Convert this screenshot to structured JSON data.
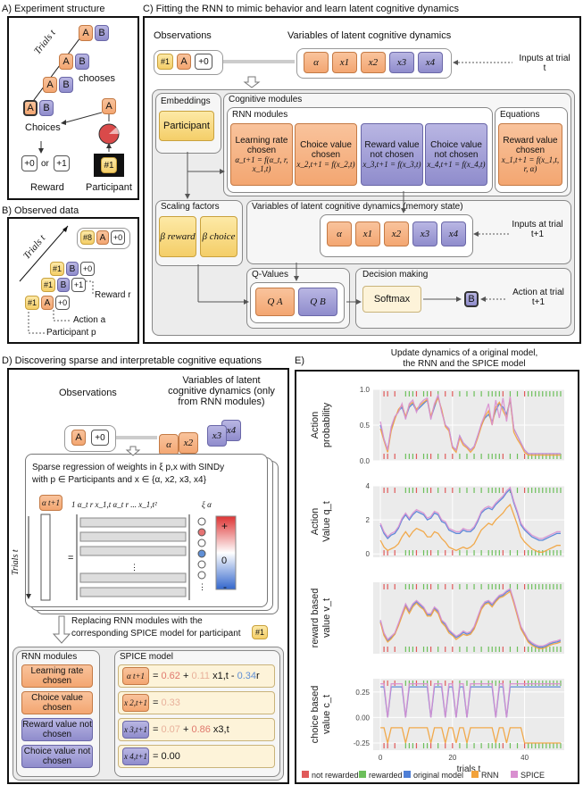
{
  "panelA": {
    "title": "A)   Experiment structure",
    "trials": "Trials t",
    "choices": "Choices",
    "chooses": "chooses",
    "reward": "Reward",
    "participant": "Participant",
    "r0": "+0",
    "or": "or",
    "r1": "+1",
    "tagA": "A",
    "tagB": "B",
    "id": "#1"
  },
  "panelB": {
    "title": "B)   Observed data",
    "trials": "Trials t",
    "reward_r": "Reward r",
    "action_a": "Action a",
    "participant_p": "Participant p",
    "id8": "#8",
    "id1": "#1",
    "A": "A",
    "B": "B",
    "p0": "+0",
    "p1": "+1"
  },
  "panelC": {
    "title": "C)        Fitting the RNN to mimic behavior and learn latent cognitive dynamics",
    "observations": "Observations",
    "variables_title": "Variables of latent cognitive dynamics",
    "inputs_t": "Inputs at trial t",
    "embeddings": "Embeddings",
    "participant": "Participant",
    "cognitive_modules": "Cognitive modules",
    "rnn_modules": "RNN modules",
    "equations": "Equations",
    "mod1": "Learning rate chosen",
    "mod1_eq": "α_t+1 = f(α_t, r, x_1,t)",
    "mod2": "Choice value chosen",
    "mod2_eq": "x_2,t+1 = f(x_2,t)",
    "mod3": "Reward value not chosen",
    "mod3_eq": "x_3,t+1 = f(x_3,t)",
    "mod4": "Choice value not chosen",
    "mod4_eq": "x_4,t+1 = f(x_4,t)",
    "eq1": "Reward value chosen",
    "eq1_eq": "x_1,t+1 = f(x_1,t, r, α)",
    "scaling": "Scaling factors",
    "beta_reward": "β reward",
    "beta_choice": "β choice",
    "memory": "Variables of latent cognitive dynamics (memory state)",
    "inputs_t1": "Inputs at trial t+1",
    "qvalues": "Q-Values",
    "qa": "Q A",
    "qb": "Q B",
    "decision": "Decision making",
    "softmax": "Softmax",
    "action_t1": "Action at trial t+1",
    "vars": [
      "α",
      "x1",
      "x2",
      "x3",
      "x4"
    ],
    "obs": [
      "#1",
      "A",
      "+0"
    ],
    "action_out": "B"
  },
  "panelD": {
    "title": "D)   Discovering sparse and interpretable cognitive equations",
    "observations": "Observations",
    "variables": "Variables of latent cognitive dynamics (only from RNN modules)",
    "sindy_line1": "Sparse regression of weights in ξ p,x with SINDy",
    "sindy_line2": "with p ∈ Participants and x ∈ {α, x2, x3, x4}",
    "library": "1   α_t   r   x_1,t   α_t r ...  x_1,t²",
    "xi": "ξ α",
    "lhs": "α t+1",
    "trials": "Trials t",
    "plus": "+",
    "zero": "0",
    "minus": "-",
    "eqsign": "=",
    "replacing1": "Replacing RNN modules with the",
    "replacing2": "corresponding SPICE model for participant",
    "pid": "#1",
    "rnn_modules": "RNN modules",
    "spice_model": "SPICE model",
    "modules": [
      "Learning rate chosen",
      "Choice value chosen",
      "Reward value not chosen",
      "Choice value not chosen"
    ],
    "spice_eqs": [
      {
        "lhs": "α t+1",
        "rhs_parts": [
          "= ",
          "0.62",
          " + ",
          "0.11",
          " x1,t",
          " - ",
          "0.34",
          "r"
        ]
      },
      {
        "lhs": "x 2,t+1",
        "rhs_parts": [
          "= ",
          "0.33"
        ]
      },
      {
        "lhs": "x 3,t+1",
        "rhs_parts": [
          "= ",
          "0.07",
          " + ",
          "0.86",
          " x3,t"
        ]
      },
      {
        "lhs": "x 4,t+1",
        "rhs_parts": [
          "= ",
          "0.00"
        ]
      }
    ]
  },
  "panelE": {
    "title": "E)",
    "heading1": "Update dynamics of a original model,",
    "heading2": "the RNN and the SPICE model",
    "ylabels": [
      "Action probability",
      "Action Value q_t",
      "reward based value v_t",
      "choice based value c_t"
    ],
    "xlabel": "trials t",
    "xticks": [
      "0",
      "20",
      "40"
    ],
    "legend": [
      "not rewarded",
      "rewarded",
      "original model",
      "RNN",
      "SPICE"
    ]
  },
  "chart_data": [
    {
      "type": "line",
      "title": "",
      "xlabel": "",
      "ylabel": "Action probability",
      "xlim": [
        -2,
        51
      ],
      "ylim": [
        0,
        1
      ],
      "yticks": [
        "0.0",
        "0.5",
        "1.0"
      ],
      "x": [
        0,
        1,
        2,
        3,
        4,
        5,
        6,
        7,
        8,
        9,
        10,
        11,
        12,
        13,
        14,
        15,
        16,
        17,
        18,
        19,
        20,
        21,
        22,
        23,
        24,
        25,
        26,
        27,
        28,
        29,
        30,
        31,
        32,
        33,
        34,
        35,
        36,
        37,
        38,
        39,
        40,
        41,
        42,
        43,
        44,
        45,
        46,
        47,
        48,
        49,
        50
      ],
      "series": [
        {
          "name": "original model",
          "values": [
            0.5,
            0.3,
            0.15,
            0.45,
            0.6,
            0.7,
            0.75,
            0.6,
            0.75,
            0.8,
            0.7,
            0.75,
            0.8,
            0.85,
            0.6,
            0.75,
            0.9,
            0.7,
            0.5,
            0.45,
            0.2,
            0.15,
            0.35,
            0.25,
            0.2,
            0.15,
            0.2,
            0.35,
            0.5,
            0.6,
            0.65,
            0.55,
            0.7,
            0.8,
            0.75,
            0.65,
            0.85,
            0.45,
            0.35,
            0.25,
            0.15,
            0.1,
            0.1,
            0.1,
            0.1,
            0.1,
            0.1,
            0.1,
            0.1,
            0.1,
            0.1
          ]
        },
        {
          "name": "RNN",
          "values": [
            0.45,
            0.28,
            0.12,
            0.42,
            0.58,
            0.72,
            0.78,
            0.62,
            0.78,
            0.82,
            0.72,
            0.78,
            0.82,
            0.86,
            0.62,
            0.78,
            0.88,
            0.72,
            0.48,
            0.42,
            0.18,
            0.12,
            0.32,
            0.22,
            0.18,
            0.12,
            0.18,
            0.32,
            0.48,
            0.62,
            0.7,
            0.5,
            0.75,
            0.82,
            0.7,
            0.6,
            0.88,
            0.4,
            0.3,
            0.22,
            0.12,
            0.08,
            0.08,
            0.08,
            0.08,
            0.08,
            0.08,
            0.08,
            0.08,
            0.08,
            0.08
          ]
        },
        {
          "name": "SPICE",
          "values": [
            0.55,
            0.3,
            0.15,
            0.48,
            0.62,
            0.68,
            0.8,
            0.58,
            0.8,
            0.85,
            0.68,
            0.8,
            0.85,
            0.88,
            0.58,
            0.8,
            0.92,
            0.68,
            0.5,
            0.45,
            0.2,
            0.15,
            0.35,
            0.25,
            0.2,
            0.15,
            0.2,
            0.35,
            0.52,
            0.65,
            0.8,
            0.5,
            0.85,
            0.6,
            0.88,
            0.55,
            0.9,
            0.45,
            0.35,
            0.25,
            0.15,
            0.1,
            0.1,
            0.1,
            0.1,
            0.1,
            0.1,
            0.1,
            0.1,
            0.1,
            0.1
          ]
        }
      ]
    },
    {
      "type": "line",
      "title": "",
      "xlabel": "",
      "ylabel": "Action Value q_t",
      "xlim": [
        -2,
        51
      ],
      "ylim": [
        -0.2,
        4
      ],
      "yticks": [
        "0",
        "2",
        "4"
      ],
      "x": [
        0,
        1,
        2,
        3,
        4,
        5,
        6,
        7,
        8,
        9,
        10,
        11,
        12,
        13,
        14,
        15,
        16,
        17,
        18,
        19,
        20,
        21,
        22,
        23,
        24,
        25,
        26,
        27,
        28,
        29,
        30,
        31,
        32,
        33,
        34,
        35,
        36,
        37,
        38,
        39,
        40,
        41,
        42,
        43,
        44,
        45,
        46,
        47,
        48,
        49,
        50
      ],
      "series": [
        {
          "name": "original model",
          "values": [
            1.7,
            1.2,
            0.9,
            1.1,
            1.2,
            1.5,
            2.0,
            2.3,
            2.0,
            2.3,
            2.5,
            2.4,
            2.3,
            2.0,
            2.1,
            2.4,
            2.3,
            1.9,
            1.8,
            1.4,
            1.3,
            1.2,
            1.2,
            1.4,
            1.3,
            1.3,
            1.5,
            1.9,
            2.4,
            2.6,
            2.7,
            2.6,
            2.9,
            3.1,
            3.3,
            3.6,
            3.8,
            3.0,
            2.4,
            1.7,
            1.4,
            1.2,
            1.0,
            0.9,
            0.8,
            0.8,
            0.9,
            1.0,
            1.1,
            1.2,
            1.2
          ]
        },
        {
          "name": "RNN",
          "values": [
            0.8,
            0.4,
            0.2,
            0.3,
            0.4,
            0.6,
            1.0,
            1.3,
            1.0,
            1.3,
            1.5,
            1.4,
            1.3,
            1.0,
            1.0,
            1.3,
            1.2,
            0.9,
            0.7,
            0.4,
            0.3,
            0.2,
            0.3,
            0.4,
            0.3,
            0.4,
            0.6,
            1.0,
            1.4,
            1.6,
            1.8,
            1.7,
            2.0,
            2.2,
            2.4,
            2.7,
            2.9,
            2.3,
            1.7,
            1.0,
            0.7,
            0.5,
            0.3,
            0.2,
            0.1,
            0.1,
            0.2,
            0.3,
            0.4,
            0.5,
            0.5
          ]
        },
        {
          "name": "SPICE",
          "values": [
            1.8,
            1.3,
            1.0,
            1.2,
            1.3,
            1.6,
            2.1,
            2.4,
            2.1,
            2.4,
            2.6,
            2.5,
            2.4,
            2.1,
            2.2,
            2.5,
            2.4,
            2.0,
            1.9,
            1.5,
            1.4,
            1.3,
            1.3,
            1.5,
            1.4,
            1.4,
            1.6,
            2.0,
            2.5,
            2.7,
            2.8,
            2.7,
            3.0,
            3.2,
            3.4,
            3.7,
            3.9,
            3.1,
            2.5,
            1.8,
            1.5,
            1.3,
            1.1,
            1.0,
            0.9,
            0.9,
            1.0,
            1.1,
            1.2,
            1.3,
            1.3
          ]
        }
      ]
    },
    {
      "type": "line",
      "title": "",
      "xlabel": "",
      "ylabel": "reward based value v_t",
      "xlim": [
        -2,
        51
      ],
      "ylim": [
        0,
        1.1
      ],
      "yticks": [],
      "x": [
        0,
        1,
        2,
        3,
        4,
        5,
        6,
        7,
        8,
        9,
        10,
        11,
        12,
        13,
        14,
        15,
        16,
        17,
        18,
        19,
        20,
        21,
        22,
        23,
        24,
        25,
        26,
        27,
        28,
        29,
        30,
        31,
        32,
        33,
        34,
        35,
        36,
        37,
        38,
        39,
        40,
        41,
        42,
        43,
        44,
        45,
        46,
        47,
        48,
        49,
        50
      ],
      "series": [
        {
          "name": "original model",
          "values": [
            0.5,
            0.3,
            0.2,
            0.25,
            0.3,
            0.45,
            0.6,
            0.75,
            0.65,
            0.75,
            0.8,
            0.75,
            0.7,
            0.6,
            0.6,
            0.7,
            0.65,
            0.5,
            0.45,
            0.35,
            0.3,
            0.25,
            0.28,
            0.33,
            0.3,
            0.32,
            0.4,
            0.55,
            0.7,
            0.78,
            0.8,
            0.75,
            0.82,
            0.88,
            0.9,
            0.95,
            0.98,
            0.8,
            0.6,
            0.4,
            0.3,
            0.2,
            0.15,
            0.12,
            0.1,
            0.1,
            0.12,
            0.15,
            0.17,
            0.18,
            0.2
          ]
        },
        {
          "name": "RNN",
          "values": [
            0.48,
            0.28,
            0.18,
            0.23,
            0.3,
            0.43,
            0.58,
            0.72,
            0.62,
            0.72,
            0.78,
            0.72,
            0.68,
            0.58,
            0.58,
            0.68,
            0.62,
            0.48,
            0.42,
            0.32,
            0.28,
            0.22,
            0.26,
            0.3,
            0.28,
            0.3,
            0.38,
            0.52,
            0.68,
            0.76,
            0.78,
            0.72,
            0.8,
            0.86,
            0.88,
            0.92,
            0.96,
            0.78,
            0.58,
            0.38,
            0.28,
            0.18,
            0.13,
            0.1,
            0.08,
            0.08,
            0.1,
            0.13,
            0.15,
            0.16,
            0.18
          ]
        },
        {
          "name": "SPICE",
          "values": [
            0.52,
            0.32,
            0.22,
            0.27,
            0.32,
            0.47,
            0.62,
            0.77,
            0.67,
            0.77,
            0.82,
            0.77,
            0.72,
            0.62,
            0.62,
            0.72,
            0.67,
            0.52,
            0.47,
            0.37,
            0.32,
            0.27,
            0.3,
            0.35,
            0.32,
            0.34,
            0.42,
            0.57,
            0.72,
            0.8,
            0.82,
            0.77,
            0.84,
            0.9,
            0.92,
            0.97,
            1.0,
            0.82,
            0.62,
            0.42,
            0.32,
            0.22,
            0.17,
            0.14,
            0.12,
            0.12,
            0.14,
            0.17,
            0.19,
            0.2,
            0.22
          ]
        }
      ]
    },
    {
      "type": "line",
      "title": "",
      "xlabel": "trials t",
      "ylabel": "choice based value c_t",
      "xlim": [
        -2,
        51
      ],
      "ylim": [
        -0.32,
        0.38
      ],
      "yticks": [
        "-0.25",
        "0.00",
        "0.25"
      ],
      "xticks": [
        "0",
        "20",
        "40"
      ],
      "x": [
        0,
        1,
        2,
        3,
        4,
        5,
        6,
        7,
        8,
        9,
        10,
        11,
        12,
        13,
        14,
        15,
        16,
        17,
        18,
        19,
        20,
        21,
        22,
        23,
        24,
        25,
        26,
        27,
        28,
        29,
        30,
        31,
        32,
        33,
        34,
        35,
        36,
        37,
        38,
        39,
        40,
        41,
        42,
        43,
        44,
        45,
        46,
        47,
        48,
        49,
        50
      ],
      "series": [
        {
          "name": "original model",
          "values": [
            0.3,
            0.3,
            0.0,
            0.3,
            0.3,
            0.3,
            0.3,
            0.0,
            0.3,
            0.3,
            0.3,
            0.3,
            0.3,
            0.3,
            0.0,
            0.3,
            0.3,
            0.3,
            0.0,
            0.3,
            0.3,
            0.0,
            0.3,
            0.3,
            0.0,
            0.3,
            0.3,
            0.3,
            0.3,
            0.3,
            0.3,
            0.3,
            0.0,
            0.3,
            0.3,
            0.0,
            0.3,
            0.3,
            0.3,
            0.3,
            0.3,
            0.3,
            0.3,
            0.3,
            0.3,
            0.3,
            0.3,
            0.3,
            0.3,
            0.3,
            0.3
          ]
        },
        {
          "name": "RNN",
          "values": [
            -0.1,
            -0.1,
            -0.25,
            -0.1,
            -0.1,
            -0.1,
            -0.1,
            -0.25,
            -0.1,
            -0.1,
            -0.1,
            -0.1,
            -0.1,
            -0.1,
            -0.25,
            -0.1,
            -0.1,
            -0.1,
            -0.25,
            -0.1,
            -0.1,
            -0.25,
            -0.1,
            -0.1,
            -0.25,
            -0.1,
            -0.1,
            -0.1,
            -0.1,
            -0.1,
            -0.1,
            -0.1,
            -0.25,
            -0.1,
            -0.1,
            -0.25,
            -0.1,
            -0.1,
            -0.1,
            -0.1,
            -0.25,
            -0.25,
            -0.25,
            -0.25,
            -0.25,
            -0.25,
            -0.25,
            -0.25,
            -0.25,
            -0.25,
            -0.25
          ]
        },
        {
          "name": "SPICE",
          "values": [
            0.33,
            0.33,
            0.0,
            0.33,
            0.33,
            0.33,
            0.33,
            0.0,
            0.33,
            0.33,
            0.33,
            0.33,
            0.33,
            0.33,
            0.0,
            0.33,
            0.33,
            0.33,
            0.0,
            0.33,
            0.33,
            0.0,
            0.33,
            0.33,
            0.0,
            0.33,
            0.33,
            0.33,
            0.33,
            0.33,
            0.33,
            0.33,
            0.0,
            0.33,
            0.33,
            0.0,
            0.33,
            0.33,
            0.33,
            0.33,
            0.33,
            0.33,
            0.33,
            0.33,
            0.33,
            0.33,
            0.33,
            0.33,
            0.33,
            0.33,
            0.33
          ]
        }
      ]
    }
  ],
  "colors": {
    "not_rewarded": "#e05a5a",
    "rewarded": "#6cbf5a",
    "original": "#4f7fd6",
    "rnn": "#f2a23a",
    "spice": "#d98fd0",
    "orange": "#f3a671",
    "purple": "#8f8ccc",
    "yellow": "#f4ce68"
  },
  "icons": [
    "arrow-icon",
    "participant-icon",
    "colorbar-icon"
  ]
}
